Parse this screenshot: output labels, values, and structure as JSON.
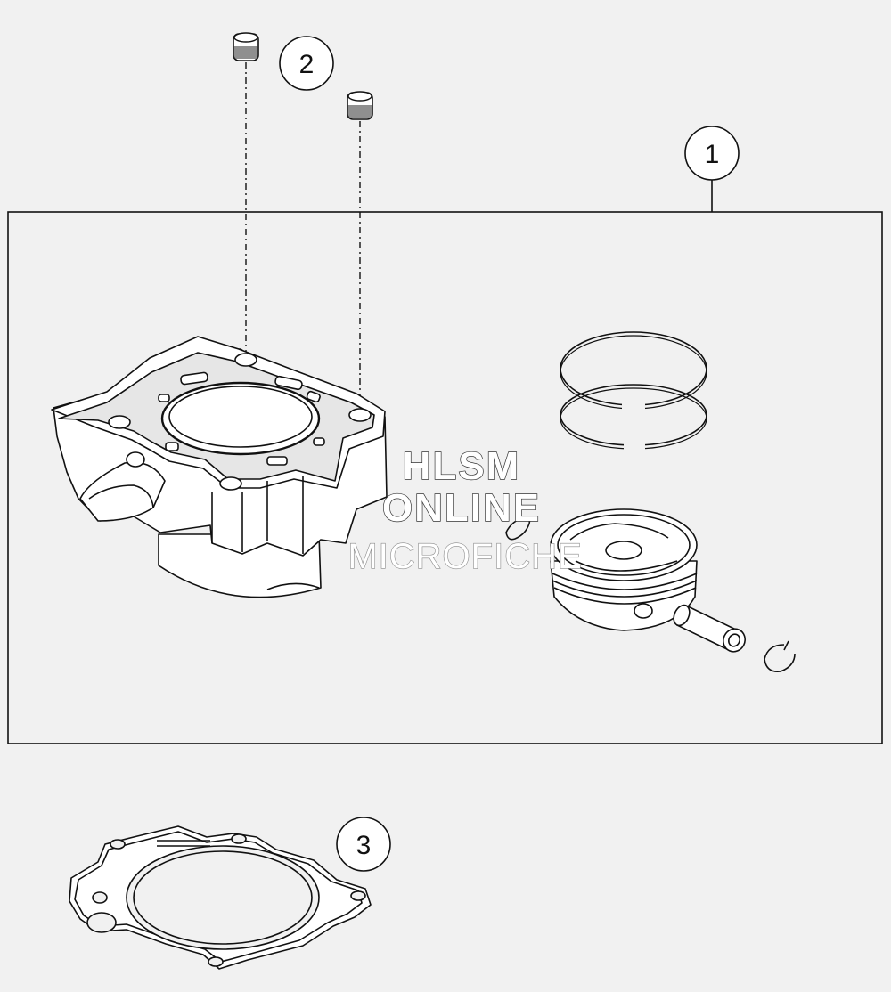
{
  "callouts": [
    {
      "id": "1",
      "label": "1"
    },
    {
      "id": "2",
      "label": "2"
    },
    {
      "id": "3",
      "label": "3"
    }
  ],
  "watermark": {
    "line1": "HLSM",
    "line2": "ONLINE",
    "line3": "MICROFICHE"
  },
  "colors": {
    "background": "#f1f1f1",
    "line": "#111111",
    "part_fill": "#ffffff",
    "shade": "#cfcfcf"
  }
}
